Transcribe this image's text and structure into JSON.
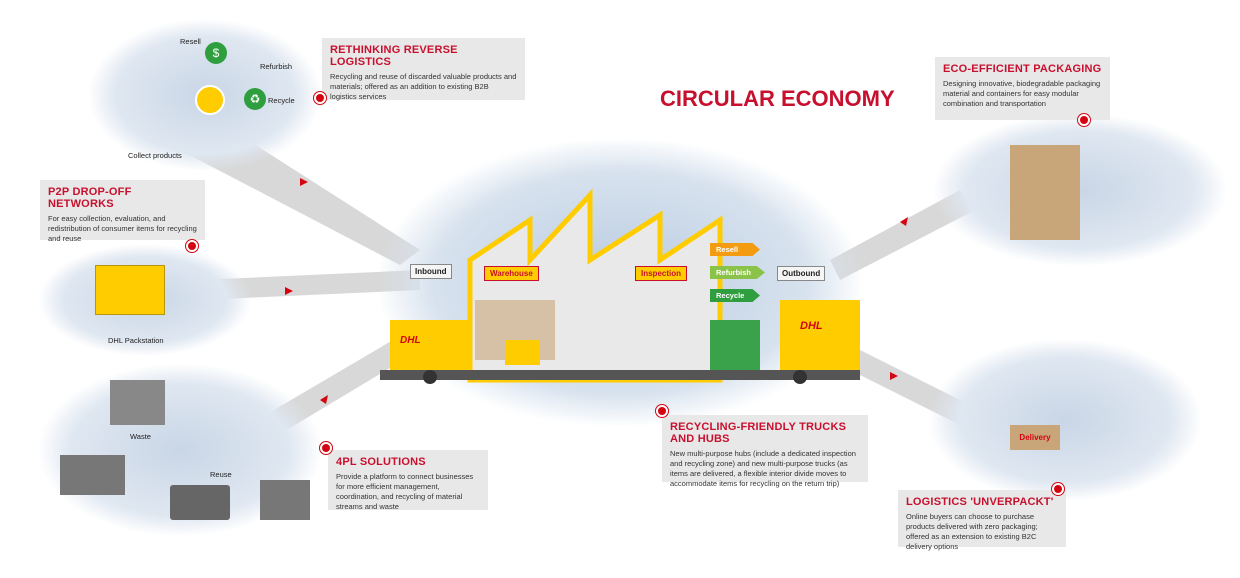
{
  "title": "CIRCULAR ECONOMY",
  "boxes": {
    "reverse": {
      "title": "RETHINKING REVERSE LOGISTICS",
      "text": "Recycling and reuse of discarded valuable products and materials; offered as an addition to existing B2B logistics services"
    },
    "p2p": {
      "title": "P2P DROP-OFF NETWORKS",
      "text": "For easy collection, evaluation, and redistribution of consumer items for recycling and reuse"
    },
    "fourpl": {
      "title": "4PL SOLUTIONS",
      "text": "Provide a platform to connect businesses for more efficient management, coordination, and recycling of material streams and waste"
    },
    "trucks": {
      "title": "RECYCLING-FRIENDLY TRUCKS AND HUBS",
      "text": "New multi-purpose hubs (include a dedicated inspection and recycling zone) and new multi-purpose trucks (as items are delivered, a flexible interior divide moves to accommodate items for recycling on the return trip)"
    },
    "eco": {
      "title": "ECO-EFFICIENT PACKAGING",
      "text": "Designing innovative, biodegradable packaging material and containers for easy modular combination and transportation"
    },
    "unverpackt": {
      "title": "LOGISTICS 'UNVERPACKT'",
      "text": "Online buyers can choose to purchase products delivered with zero packaging; offered as an extension to existing B2C delivery options"
    }
  },
  "labels": {
    "resell": "Resell",
    "refurbish": "Refurbish",
    "recycle": "Recycle",
    "collect": "Collect products",
    "packstation": "DHL Packstation",
    "waste": "Waste",
    "reuse": "Reuse",
    "delivery": "Delivery",
    "brand": "DHL"
  },
  "hub": {
    "inbound": "Inbound",
    "warehouse": "Warehouse",
    "inspection": "Inspection",
    "outbound": "Outbound",
    "resell": "Resell",
    "refurbish": "Refurbish",
    "recycle": "Recycle"
  },
  "colors": {
    "dhl_red": "#d40511",
    "dhl_yellow": "#ffcc00",
    "box_bg": "#e8e8e8"
  }
}
